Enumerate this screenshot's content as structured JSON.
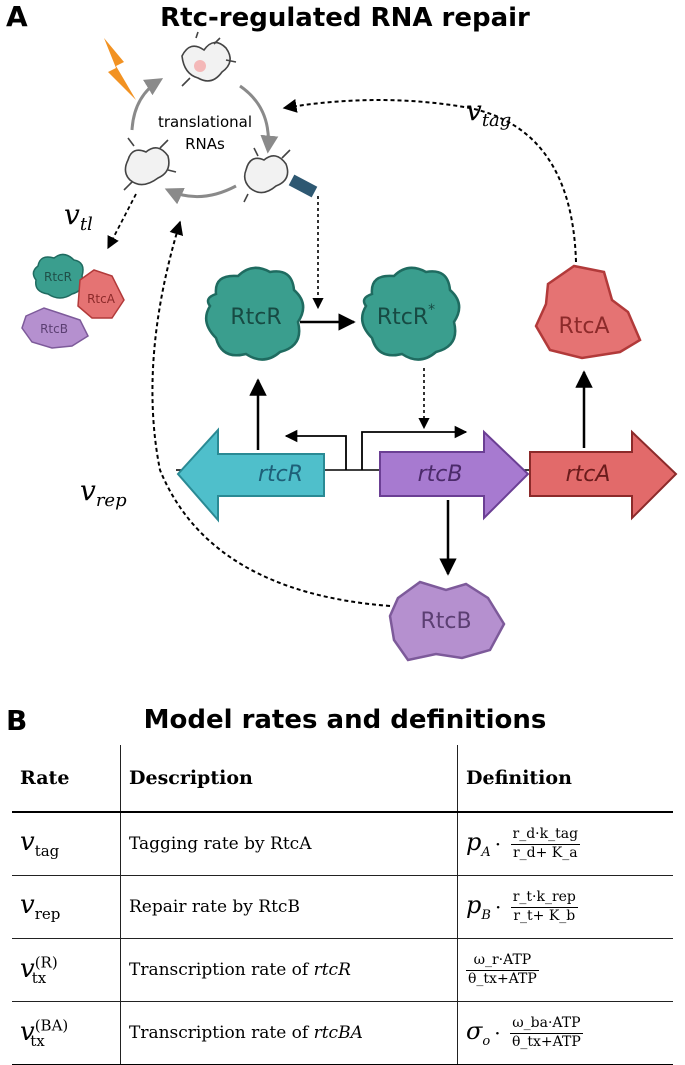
{
  "panelA": {
    "letter": "A",
    "title": "Rtc-regulated RNA repair",
    "center_label_1": "translational",
    "center_label_2": "RNAs",
    "rates": {
      "v_tag": "v",
      "v_tag_sub": "tag",
      "v_tl": "v",
      "v_tl_sub": "tl",
      "v_rep": "v",
      "v_rep_sub": "rep"
    },
    "proteins": {
      "rtcR": "RtcR",
      "rtcR_active": "RtcR",
      "rtcR_star": "*",
      "rtcA": "RtcA",
      "rtcB": "RtcB",
      "small_rtcR": "RtcR",
      "small_rtcA": "RtcA",
      "small_rtcB": "RtcB"
    },
    "genes": {
      "rtcR": "rtcR",
      "rtcB": "rtcB",
      "rtcA": "rtcA"
    },
    "colors": {
      "rtcR_fill": "#3a9e8e",
      "rtcR_stroke": "#1f6b60",
      "rtcA_fill": "#e57373",
      "rtcA_stroke": "#b23a3a",
      "rtcB_fill": "#b590cf",
      "rtcB_stroke": "#7d5a9a",
      "gene_rtcR": "#4fbfcb",
      "gene_rtcB": "#a77ad0",
      "gene_rtcA": "#e26a6a",
      "lightning": "#f29222",
      "tag": "#2e5872"
    },
    "icons": [
      "lightning-icon",
      "rna-molecule-icon",
      "tag-icon"
    ]
  },
  "panelB": {
    "letter": "B",
    "title": "Model rates and definitions",
    "headers": {
      "rate": "Rate",
      "description": "Description",
      "definition": "Definition"
    },
    "rows": [
      {
        "symbol": "v",
        "sub": "tag",
        "sup": "",
        "description": "Tagging rate by RtcA",
        "desc_italic": "",
        "coef": "p",
        "coef_sub": "A",
        "num": "r_d·k_tag",
        "den": "r_d+ K_a"
      },
      {
        "symbol": "v",
        "sub": "rep",
        "sup": "",
        "description": "Repair rate by RtcB",
        "desc_italic": "",
        "coef": "p",
        "coef_sub": "B",
        "num": "r_t·k_rep",
        "den": "r_t+ K_b"
      },
      {
        "symbol": "v",
        "sub": "tx",
        "sup": "(R)",
        "description": "Transcription rate of ",
        "desc_italic": "rtcR",
        "coef": "",
        "coef_sub": "",
        "num": "ω_r·ATP",
        "den": "θ_tx+ATP"
      },
      {
        "symbol": "v",
        "sub": "tx",
        "sup": "(BA)",
        "description": "Transcription rate of ",
        "desc_italic": "rtcBA",
        "coef": "σ",
        "coef_sub": "o",
        "num": "ω_ba·ATP",
        "den": "θ_tx+ATP"
      }
    ]
  }
}
